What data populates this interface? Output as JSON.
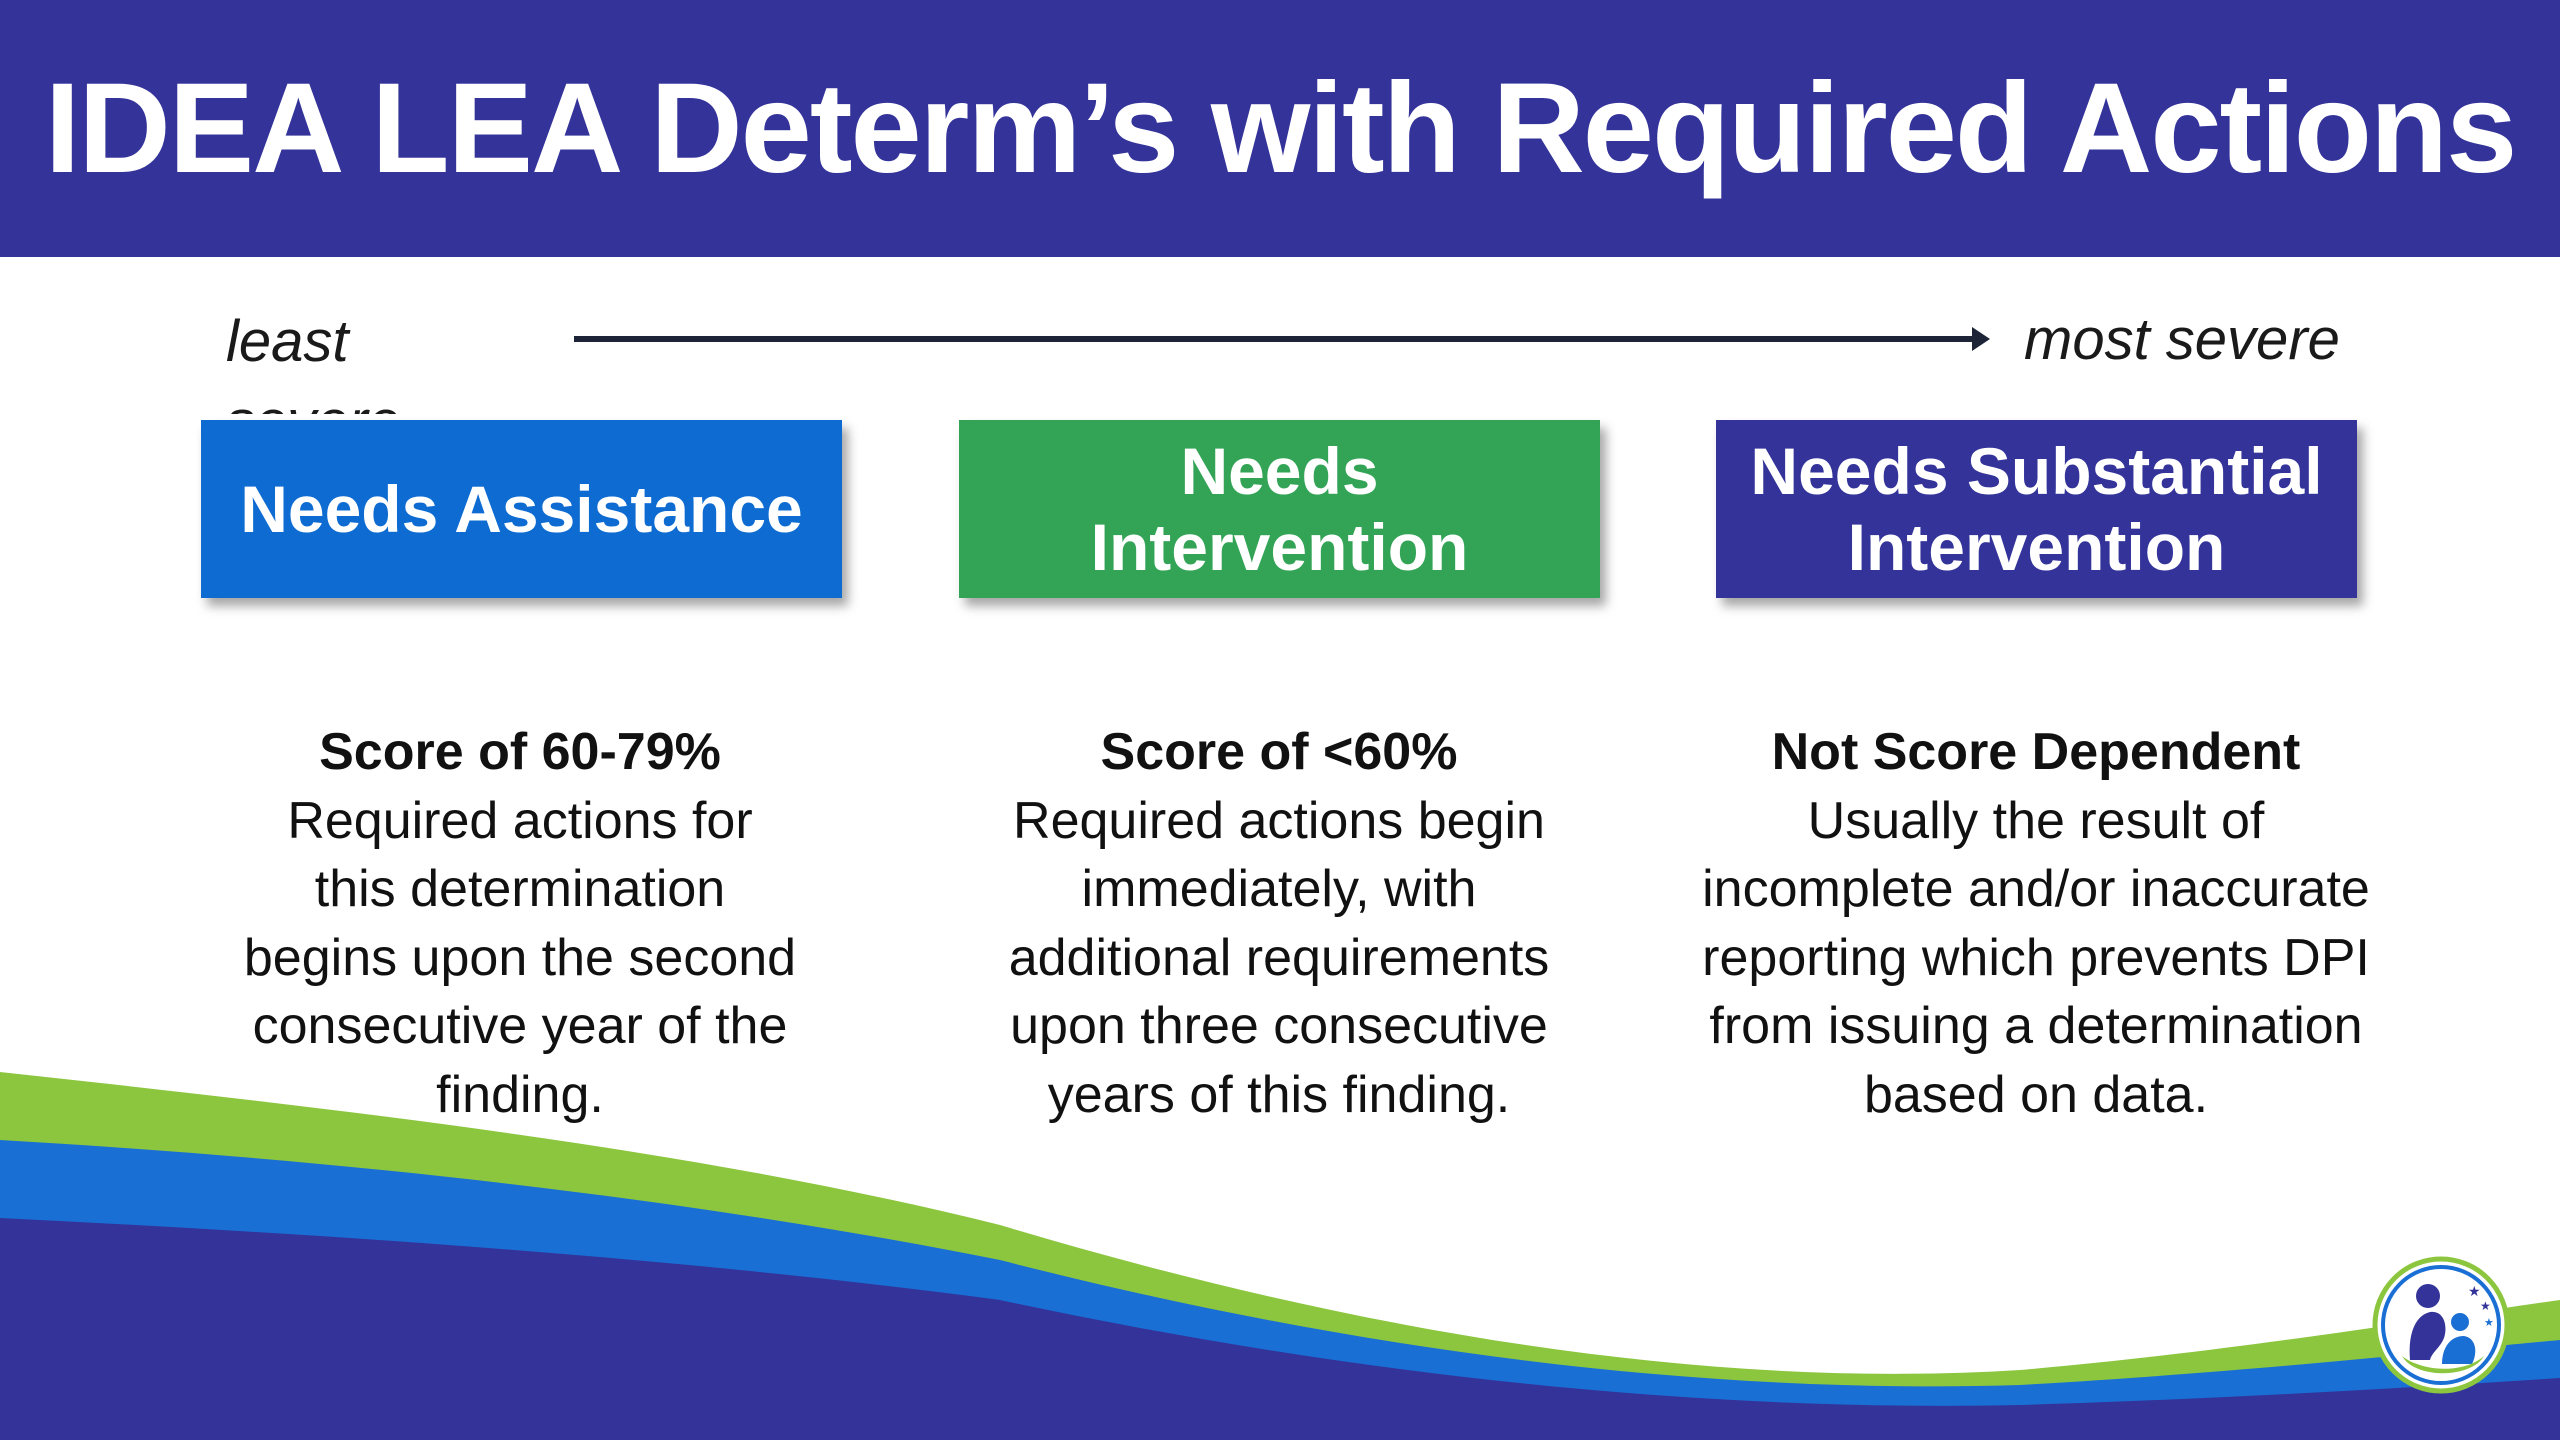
{
  "title": "IDEA LEA Determ’s with Required Actions",
  "scale": {
    "left": "least severe",
    "right": "most severe"
  },
  "categories": [
    {
      "label": "Needs Assistance",
      "color": "#0d6bd1",
      "heading": "Score of 60-79%",
      "description": "Required actions for this determination begins upon the second consecutive year of the finding."
    },
    {
      "label": "Needs Intervention",
      "color": "#33a456",
      "heading": "Score of <60%",
      "description": "Required actions begin immediately, with additional requirements upon three consecutive years of this finding."
    },
    {
      "label": "Needs Substantial Intervention",
      "color": "#33339a",
      "heading": "Not Score Dependent",
      "description": "Usually the result of incomplete and/or inaccurate reporting which prevents DPI from issuing a determination based on data."
    }
  ],
  "colors": {
    "header": "#33339a",
    "wave_green": "#8cc63f",
    "wave_blue": "#1a6fd4",
    "wave_navy": "#33339a"
  },
  "logo_icon": "family-logo-icon"
}
